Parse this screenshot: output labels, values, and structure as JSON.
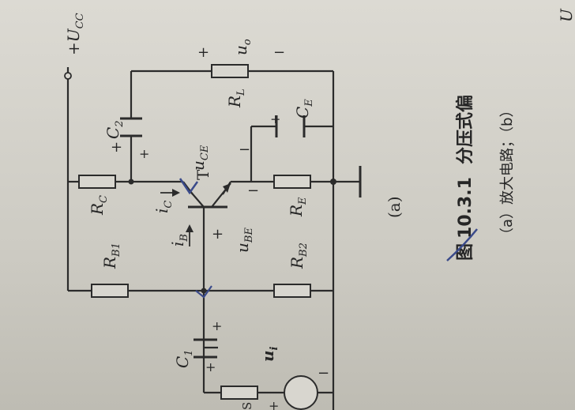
{
  "labels": {
    "vcc": "+U",
    "vcc_sub": "CC",
    "rb1": "R",
    "rb1_sub": "B1",
    "rb2": "R",
    "rb2_sub": "B2",
    "rc": "R",
    "rc_sub": "C",
    "re": "R",
    "re_sub": "E",
    "rl": "R",
    "rl_sub": "L",
    "c1": "C",
    "c1_sub": "1",
    "c2": "C",
    "c2_sub": "2",
    "ce": "C",
    "ce_sub": "E",
    "transistor": "T",
    "ib": "i",
    "ib_sub": "B",
    "ic": "i",
    "ic_sub": "C",
    "uce": "u",
    "uce_sub": "CE",
    "ube": "u",
    "ube_sub": "BE",
    "uo": "u",
    "uo_sub": "o",
    "ui": "u",
    "ui_sub": "i",
    "rs": "S",
    "plus": "+",
    "minus": "−",
    "sub_a": "(a)"
  },
  "caption": {
    "fig_prefix": "图",
    "fig_number": "10.3.1",
    "fig_title": "分压式偏",
    "line2": "（a）放大电路；（b）",
    "far_right": "U"
  },
  "colors": {
    "ink": "#2b2b2b",
    "annotation": "#3a4a8a"
  }
}
